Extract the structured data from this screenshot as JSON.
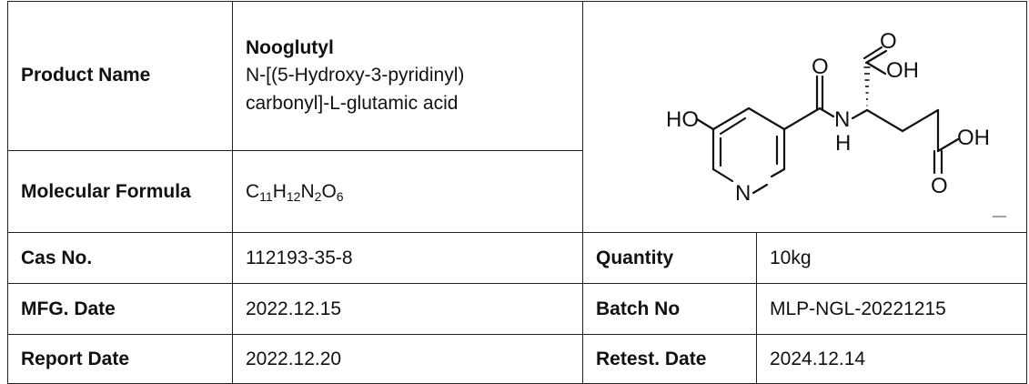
{
  "labels": {
    "product_name": "Product Name",
    "molecular_formula": "Molecular Formula",
    "cas_no": "Cas No.",
    "mfg_date": "MFG. Date",
    "report_date": "Report Date",
    "quantity": "Quantity",
    "batch_no": "Batch No",
    "retest_date": "Retest. Date"
  },
  "values": {
    "product_name_main": "Nooglutyl",
    "product_name_line1": "N-[(5-Hydroxy-3-pyridinyl)",
    "product_name_line2": "carbonyl]-L-glutamic acid",
    "formula": {
      "c": "C",
      "c_n": "11",
      "h": "H",
      "h_n": "12",
      "n": "N",
      "n_n": "2",
      "o": "O",
      "o_n": "6"
    },
    "cas_no": "112193-35-8",
    "mfg_date": "2022.12.15",
    "report_date": "2022.12.20",
    "quantity": "10kg",
    "batch_no": "MLP-NGL-20221215",
    "retest_date": "2024.12.14"
  },
  "structure": {
    "ho": "HO",
    "n_ring": "N",
    "o_amide": "O",
    "n_amide": "N",
    "h_amide": "H",
    "o_acid1": "O",
    "oh_acid1": "OH",
    "oh_acid2": "OH",
    "o_acid2": "O"
  }
}
